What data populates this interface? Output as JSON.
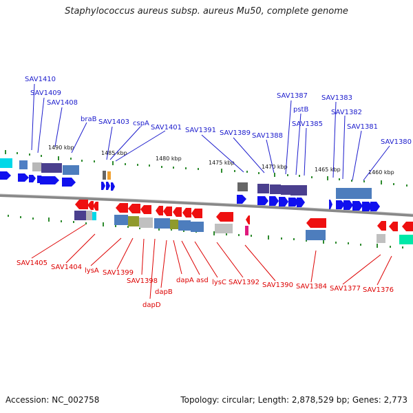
{
  "title": "Staphylococcus aureus subsp. aureus Mu50, complete genome",
  "footer": {
    "accession": "Accession: NC_002758",
    "topology": "Topology: circular; Length: 2,878,529 bp; Genes: 2,773"
  },
  "colors": {
    "forward_label": "#1a1acc",
    "reverse_label": "#dd0000",
    "forward_arrow": "#1010ee",
    "reverse_arrow": "#ee1010",
    "tick": "#2e8b2e",
    "backbone": "#777777"
  },
  "scale_ticks": [
    {
      "kbp": 1490,
      "label": "1490 kbp"
    },
    {
      "kbp": 1485,
      "label": "1485 kbp"
    },
    {
      "kbp": 1480,
      "label": "1480 kbp"
    },
    {
      "kbp": 1475,
      "label": "1475 kbp"
    },
    {
      "kbp": 1470,
      "label": "1470 kbp"
    },
    {
      "kbp": 1465,
      "label": "1465 kbp"
    },
    {
      "kbp": 1460,
      "label": "1460 kbp"
    }
  ],
  "forward_labels": [
    "SAV1410",
    "SAV1409",
    "SAV1408",
    "braB",
    "SAV1403",
    "cspA",
    "SAV1401",
    "SAV1391",
    "SAV1389",
    "SAV1388",
    "SAV1387",
    "pstB",
    "SAV1385",
    "SAV1383",
    "SAV1382",
    "SAV1381",
    "SAV1380"
  ],
  "reverse_labels": [
    "SAV1405",
    "SAV1404",
    "lysA",
    "SAV1399",
    "SAV1398",
    "dapD",
    "dapB",
    "dapA",
    "asd",
    "lysC",
    "SAV1392",
    "SAV1390",
    "SAV1384",
    "SAV1377",
    "SAV1376"
  ]
}
